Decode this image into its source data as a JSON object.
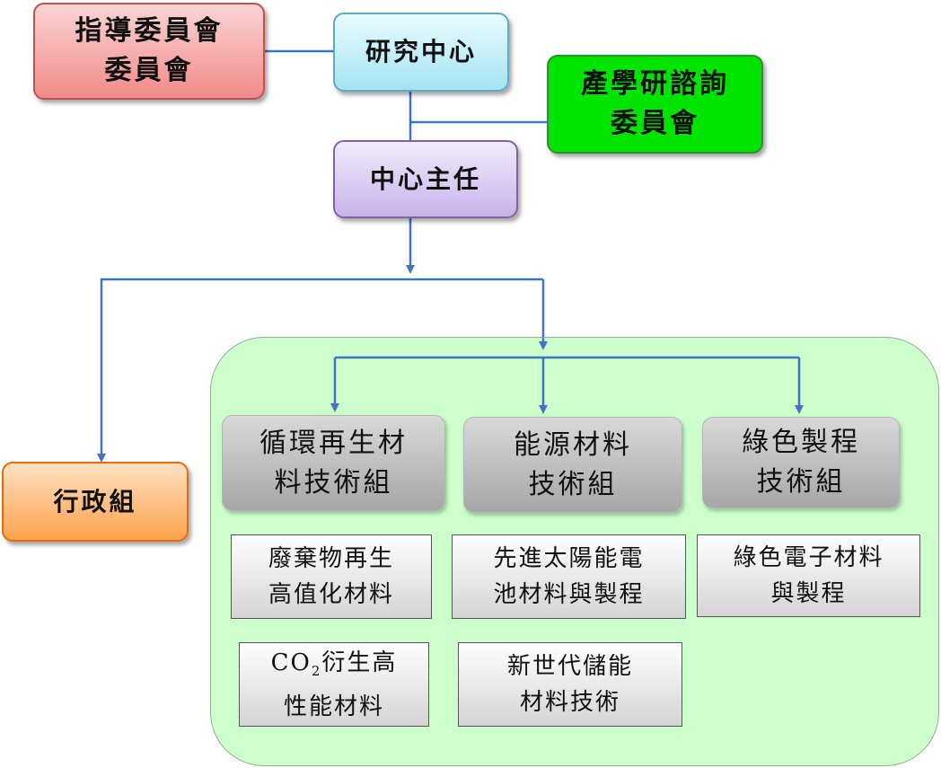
{
  "nodes": {
    "guide_committee": "指導委員會\n委員會",
    "research_center": "研究中心",
    "industry_committee": "產學研諮詢\n委員會",
    "center_director": "中心主任",
    "admin_group": "行政組"
  },
  "groups": [
    {
      "label": "循環再生材\n料技術組"
    },
    {
      "label": "能源材料\n技術組"
    },
    {
      "label": "綠色製程\n技術組"
    }
  ],
  "topics": [
    {
      "label": "廢棄物再生\n高值化材料"
    },
    {
      "label": "先進太陽能電\n池材料與製程"
    },
    {
      "label": "綠色電子材料\n與製程"
    },
    {
      "label_prefix": "CO",
      "label_subscript": "2",
      "label_suffix": "衍生高\n性能材料"
    },
    {
      "label": "新世代儲能\n材料技術"
    }
  ],
  "colors": {
    "connector": "#4472c4",
    "guide_fill": "#f28a8a",
    "center_fill": "#a5e3f2",
    "industry_fill": "#00e400",
    "director_fill": "#c7b3ea",
    "admin_fill": "#fca24d",
    "panel_fill": "#ccffcc"
  }
}
